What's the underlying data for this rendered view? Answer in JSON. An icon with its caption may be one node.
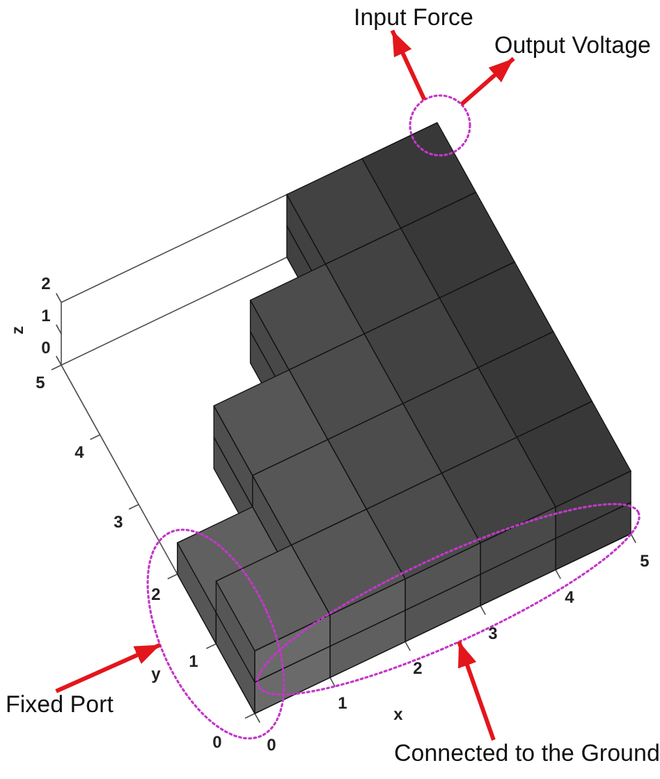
{
  "diagram": {
    "nodes": [
      {
        "text": [
          "Input Force"
        ]
      },
      {
        "text": [
          "Output Voltage"
        ]
      },
      {
        "text": [],
        "shape": "circle"
      },
      {
        "text": [],
        "shape": "ellipse"
      },
      {
        "text": [],
        "shape": "ellipse"
      },
      {
        "text": [
          "Fixed Port"
        ]
      },
      {
        "text": [
          "Connected to the Ground"
        ]
      }
    ],
    "edges": [
      {
        "from": 2,
        "to": 0,
        "arrow": "to"
      },
      {
        "from": 2,
        "to": 1,
        "arrow": "to"
      },
      {
        "from": 5,
        "to": 3,
        "arrow": "to"
      },
      {
        "from": 6,
        "to": 4,
        "arrow": "to"
      }
    ],
    "labels": [
      "2",
      "1",
      "0",
      "z",
      "5",
      "4",
      "3",
      "2",
      "1",
      "0",
      "y",
      "0",
      "1",
      "2",
      "3",
      "4",
      "5",
      "x"
    ]
  }
}
